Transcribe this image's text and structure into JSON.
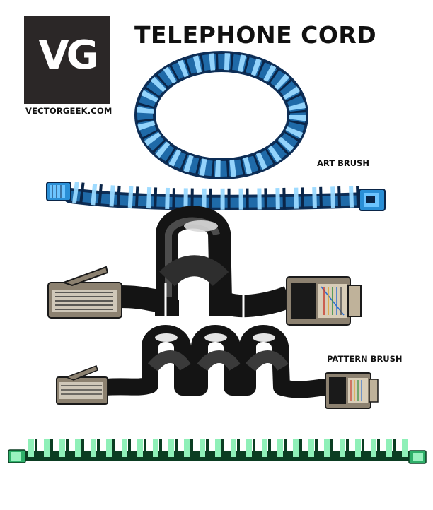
{
  "logo": {
    "mark": "VG",
    "site": "VECTORGEEK.COM"
  },
  "title": "TELEPHONE CORD",
  "labels": {
    "art_brush": "ART BRUSH",
    "pattern_brush": "PATTERN BRUSH"
  },
  "colors": {
    "blue_cord": "#1a4f8a",
    "black_cord": "#1e1e1e",
    "green_cord": "#1f7a4a",
    "logo_bg": "#2b2727"
  }
}
